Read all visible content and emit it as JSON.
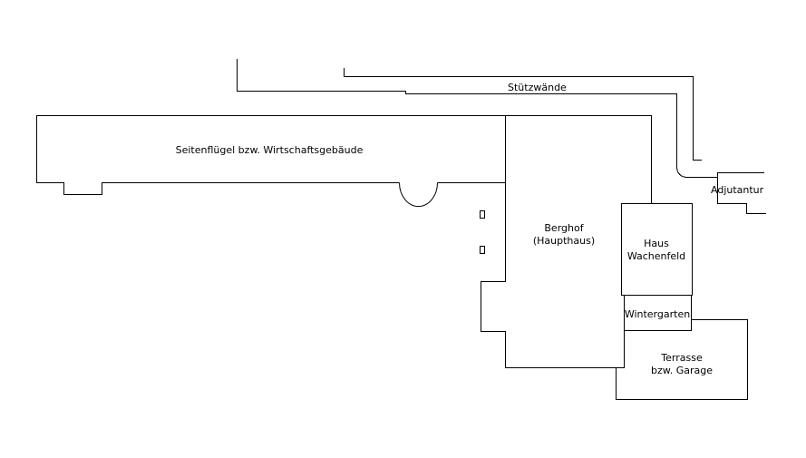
{
  "plan": {
    "line_color": "#000000",
    "background": "#ffffff",
    "labels": {
      "retaining_walls": "Stützwände",
      "side_wing": "Seitenflügel bzw. Wirtschaftsgebäude",
      "main_house_line1": "Berghof",
      "main_house_line2": "(Haupthaus)",
      "haus_line1": "Haus",
      "haus_line2": "Wachenfeld",
      "winter_garden": "Wintergarten",
      "terrace_line1": "Terrasse",
      "terrace_line2": "bzw. Garage",
      "adjutancy": "Adjutantur"
    }
  }
}
